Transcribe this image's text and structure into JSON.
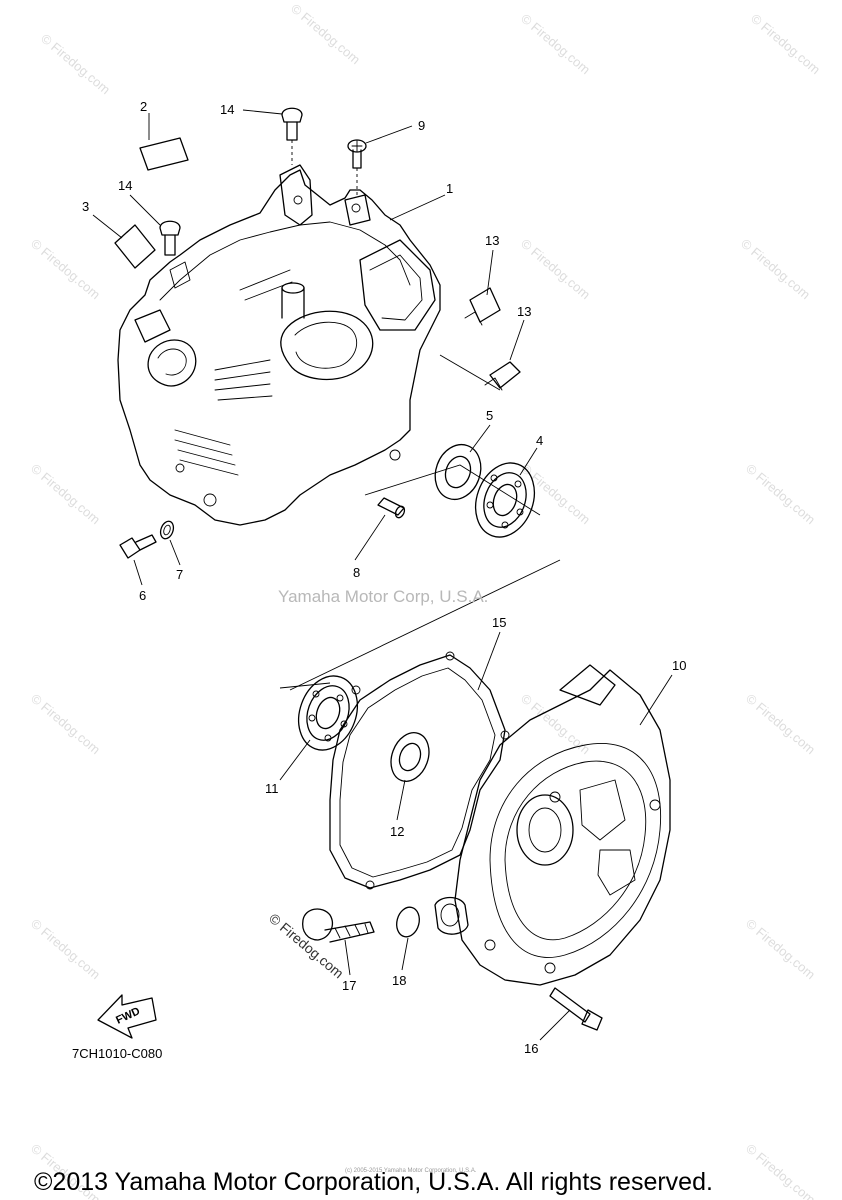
{
  "callouts": [
    {
      "id": "1",
      "label": "1"
    },
    {
      "id": "2",
      "label": "2"
    },
    {
      "id": "3",
      "label": "3"
    },
    {
      "id": "4",
      "label": "4"
    },
    {
      "id": "5",
      "label": "5"
    },
    {
      "id": "6",
      "label": "6"
    },
    {
      "id": "7",
      "label": "7"
    },
    {
      "id": "8",
      "label": "8"
    },
    {
      "id": "9",
      "label": "9"
    },
    {
      "id": "10",
      "label": "10"
    },
    {
      "id": "11",
      "label": "11"
    },
    {
      "id": "12",
      "label": "12"
    },
    {
      "id": "13a",
      "label": "13"
    },
    {
      "id": "13b",
      "label": "13"
    },
    {
      "id": "14a",
      "label": "14"
    },
    {
      "id": "14b",
      "label": "14"
    },
    {
      "id": "15",
      "label": "15"
    },
    {
      "id": "16",
      "label": "16"
    },
    {
      "id": "17",
      "label": "17"
    },
    {
      "id": "18",
      "label": "18"
    }
  ],
  "fwd_label": "FWD",
  "diagram_code": "7CH1010-C080",
  "watermark": "Yamaha Motor Corp, U.S.A.",
  "firedog_watermark": "© Firedog.com",
  "firedog_inline": "© Firedog.com",
  "small_notice": "(c) 2005-2015 Yamaha Motor Corporation, U.S.A.",
  "copyright": "©2013 Yamaha Motor Corporation, U.S.A. All rights reserved."
}
